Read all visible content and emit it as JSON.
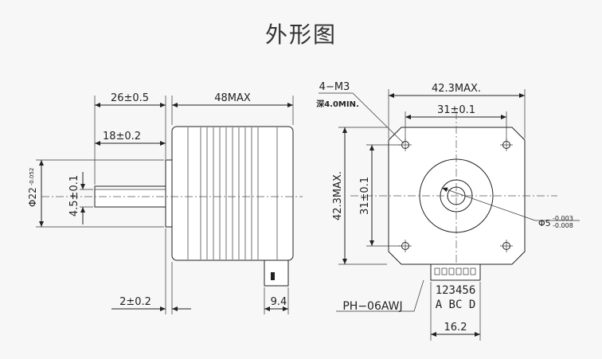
{
  "title": "外形图",
  "side_view": {
    "dim_shaft_length": "26±0.5",
    "dim_flat_length": "18±0.2",
    "dim_body_length": "48MAX",
    "dim_flat_height": "4.5±0.1",
    "dim_pilot_base": "Φ22",
    "dim_pilot_tol": "-0.052",
    "dim_pilot_flange": "2±0.2",
    "dim_connector": "9.4"
  },
  "front_view": {
    "callout_holes": "4−M3",
    "callout_depth": "深4.0MIN.",
    "dim_width": "42.3MAX.",
    "dim_hole_spacing_h": "31±0.1",
    "dim_height": "42.3MAX.",
    "dim_hole_spacing_v": "31±0.1",
    "dim_shaft_base": "Φ5",
    "dim_shaft_tol_upper": "-0.003",
    "dim_shaft_tol_lower": "-0.008",
    "connector_pins": "123456",
    "connector_phases": "A BC D",
    "connector_model": "PH−06AWJ",
    "dim_connector_width": "16.2"
  }
}
